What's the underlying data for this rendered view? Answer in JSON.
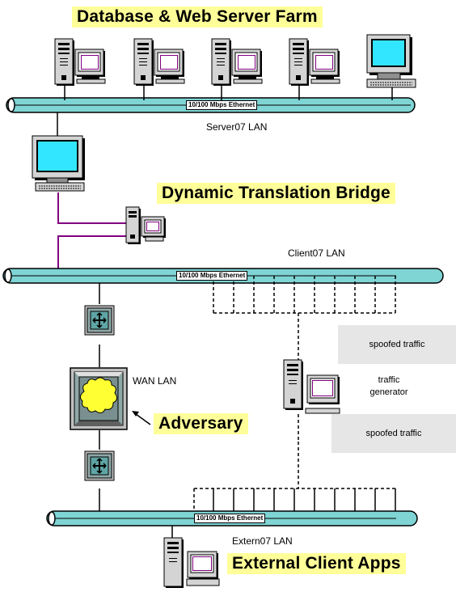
{
  "titles": {
    "server_farm": "Database & Web Server Farm",
    "bridge": "Dynamic Translation Bridge",
    "adversary": "Adversary",
    "external_apps": "External Client Apps"
  },
  "lans": {
    "server": "Server07 LAN",
    "client": "Client07 LAN",
    "wan": "WAN LAN",
    "extern": "Extern07 LAN"
  },
  "ethernet_labels": {
    "server_bus": "10/100 Mbps Ethernet",
    "client_bus": "10/100 Mbps Ethernet",
    "extern_bus": "10/100 Mbps Ethernet"
  },
  "traffic": {
    "spoofed_top": "spoofed traffic",
    "spoofed_bottom": "spoofed traffic",
    "generator_line1": "traffic",
    "generator_line2": "generator"
  },
  "colors": {
    "bus": "#7fd4d4",
    "screen": "#33e6ff",
    "cloud": "#ffff33",
    "title_bg": "#ffff99",
    "bridge_link": "#800080",
    "gray_box": "#e6e6e6"
  },
  "icons": {
    "server_tower": "server-tower-icon",
    "monitor": "monitor-icon",
    "router": "router-icon",
    "wan_cloud": "cloud-icon"
  }
}
